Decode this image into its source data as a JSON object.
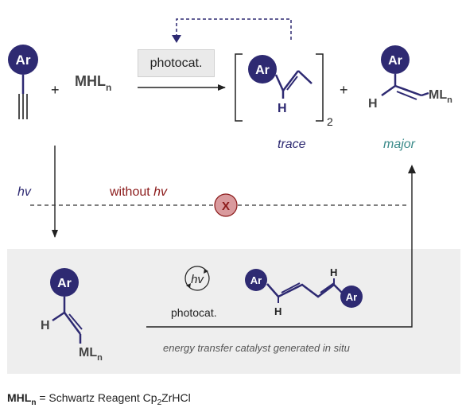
{
  "labels": {
    "ar": "Ar",
    "reagent": "MHL",
    "sub_n": "n",
    "plus": "+",
    "photocat_box": "photocat.",
    "h": "H",
    "ml": "ML",
    "dimer_subscript": "2",
    "trace": "trace",
    "major": "major",
    "hv": "hv",
    "without_prefix": "without ",
    "without_hv": "hv",
    "blocked": "X",
    "photocat_lower": "photocat.",
    "in_situ": "energy transfer catalyst generated in situ",
    "footnote_prefix": "MHL",
    "footnote_n": "n",
    "footnote_text": " = Schwartz Reagent Cp",
    "footnote_two": "2",
    "footnote_tail": "ZrHCl"
  },
  "colors": {
    "navy": "#2e2a72",
    "teal": "#3a8a89",
    "dark_red": "#8b1a1a",
    "blocked_fill": "#d99a9d",
    "blocked_stroke": "#8b1a1a",
    "panel": "#eeeeee",
    "line": "#222222"
  }
}
